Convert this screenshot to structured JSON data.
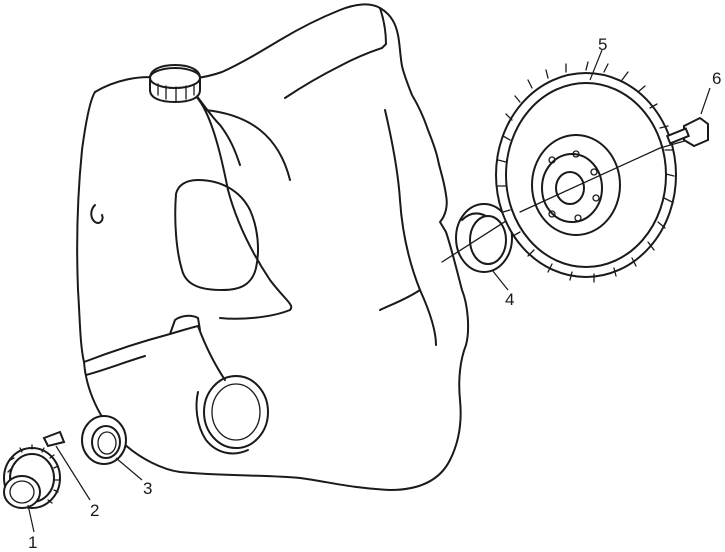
{
  "callouts": [
    {
      "id": "crankshaft-gear",
      "label": "1"
    },
    {
      "id": "woodruff-key",
      "label": "2"
    },
    {
      "id": "front-oil-seal",
      "label": "3"
    },
    {
      "id": "rear-oil-seal",
      "label": "4"
    },
    {
      "id": "flywheel",
      "label": "5"
    },
    {
      "id": "flywheel-bolt",
      "label": "6"
    }
  ],
  "colors": {
    "line": "#1a1a1a",
    "background": "#ffffff"
  }
}
